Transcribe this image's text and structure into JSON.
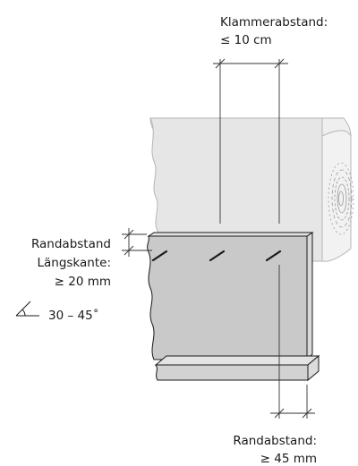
{
  "labels": {
    "staple_spacing_title": "Klammerabstand:",
    "staple_spacing_value": "≤ 10 cm",
    "edge_long_line1": "Randabstand",
    "edge_long_line2": "Längskante:",
    "edge_long_value": "≥ 20 mm",
    "angle_value": "30 – 45˚",
    "edge_bottom_title": "Randabstand:",
    "edge_bottom_value": "≥ 45 mm"
  },
  "colors": {
    "beam_front": "#e6e6e6",
    "beam_top": "#efefef",
    "beam_end": "#f2f2f2",
    "panel": "#c9c9c9",
    "panel_side": "#d8d8d8",
    "line": "#1a1a1a",
    "dim_line": "#333333"
  },
  "icons": {
    "angle": "angle-icon",
    "staple": "staple-mark"
  }
}
